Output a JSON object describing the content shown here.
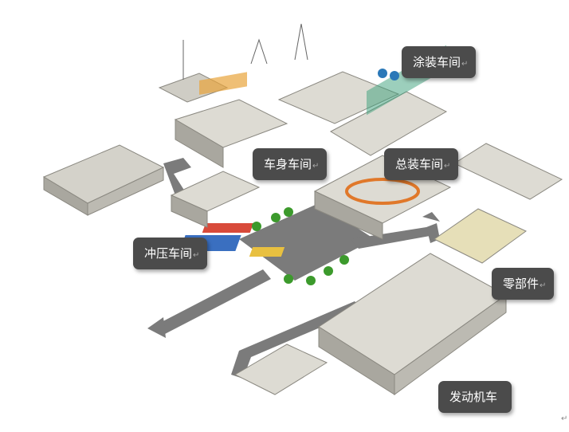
{
  "labels": {
    "painting": "涂装车间",
    "body": "车身车间",
    "assembly": "总装车间",
    "stamping": "冲压车间",
    "parts": "零部件",
    "engine": "发动机车"
  },
  "return_mark": "↵",
  "colors": {
    "label_bg": "#4b4b4b",
    "road": "#7b7b7b",
    "building": "#d9d7d0"
  }
}
